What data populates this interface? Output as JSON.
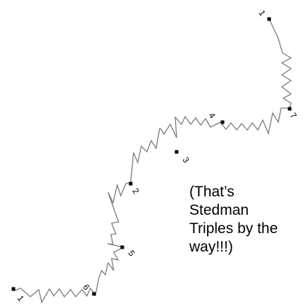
{
  "note": {
    "lines": [
      "(That’s",
      "Stedman",
      "Triples by the",
      "way!!!)"
    ]
  },
  "labels": [
    "1",
    "7",
    "4",
    "3",
    "2",
    "5",
    "6",
    "1"
  ],
  "colors": {
    "line": "#7a7a7a",
    "dot": "#000000",
    "text": "#000000"
  }
}
